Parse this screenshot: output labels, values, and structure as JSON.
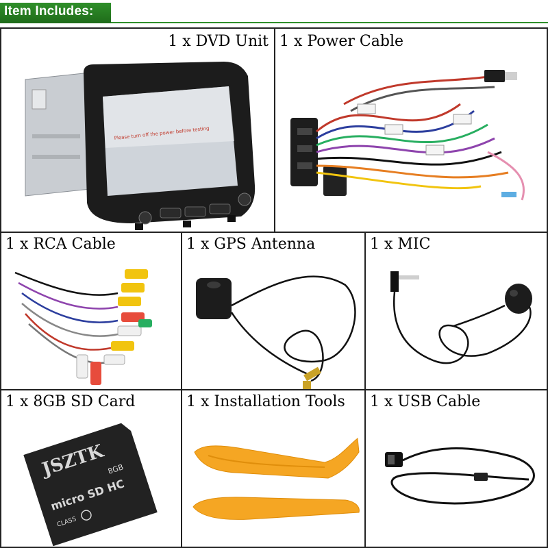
{
  "header": {
    "title": "Item Includes:"
  },
  "items": [
    {
      "label": "1 x DVD Unit",
      "icon": "dvd-unit-image",
      "screen_text": "Please turn off the power before testing"
    },
    {
      "label": "1 x Power Cable",
      "icon": "power-cable-image"
    },
    {
      "label": "1 x RCA Cable",
      "icon": "rca-cable-image"
    },
    {
      "label": "1 x GPS Antenna",
      "icon": "gps-antenna-image"
    },
    {
      "label": "1 x MIC",
      "icon": "mic-image"
    },
    {
      "label": "1 x 8GB SD Card",
      "icon": "sd-card-image",
      "card_brand": "JSZTK",
      "card_capacity": "8GB",
      "card_type": "micro SD HC",
      "card_class": "CLASS"
    },
    {
      "label": "1 x Installation Tools",
      "icon": "pry-tools-image"
    },
    {
      "label": "1 x USB Cable",
      "icon": "usb-cable-image"
    }
  ],
  "colors": {
    "header_green": "#2f8f2a",
    "border": "#222222",
    "tool_orange": "#f5a623"
  }
}
